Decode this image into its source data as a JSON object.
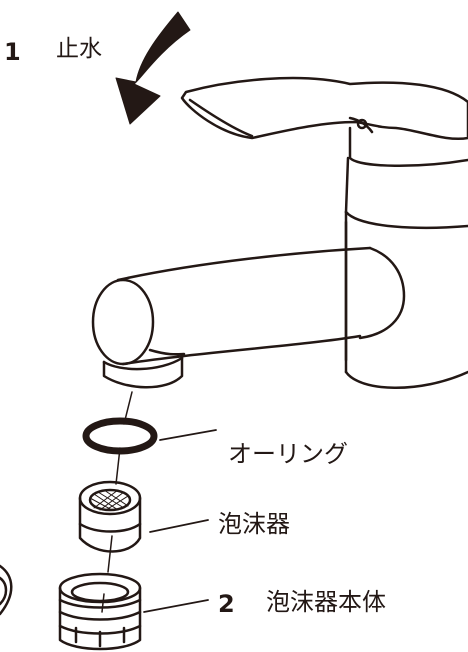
{
  "colors": {
    "line": "#231815",
    "background": "#ffffff"
  },
  "steps": [
    {
      "number": "1",
      "text": "止水"
    },
    {
      "number": "2",
      "text": "泡沫器本体"
    }
  ],
  "parts": {
    "oring": "オーリング",
    "aerator": "泡沫器"
  },
  "icons": [
    "curved-arrow-icon"
  ]
}
